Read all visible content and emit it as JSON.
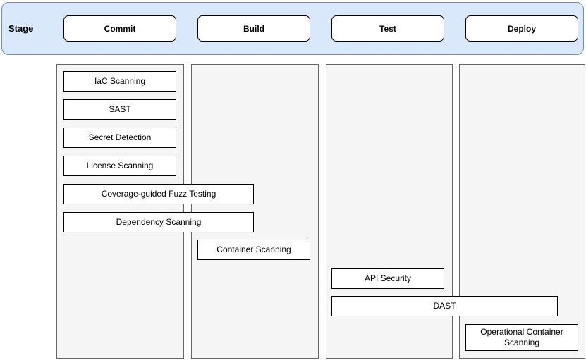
{
  "colors": {
    "banner_fill": "#dae8fc",
    "banner_stroke": "#6c8ebf",
    "lane_fill": "#f5f5f5",
    "lane_stroke": "#666666",
    "box_fill": "#ffffff",
    "box_stroke": "#000000"
  },
  "header": {
    "label": "Stage",
    "stages": [
      {
        "label": "Commit"
      },
      {
        "label": "Build"
      },
      {
        "label": "Test"
      },
      {
        "label": "Deploy"
      }
    ]
  },
  "tasks": [
    {
      "label": "IaC Scanning",
      "stage": "Commit"
    },
    {
      "label": "SAST",
      "stage": "Commit"
    },
    {
      "label": "Secret Detection",
      "stage": "Commit"
    },
    {
      "label": "License Scanning",
      "stage": "Commit"
    },
    {
      "label": "Coverage-guided Fuzz Testing",
      "stage": "Commit"
    },
    {
      "label": "Dependency Scanning",
      "stage": "Commit"
    },
    {
      "label": "Container Scanning",
      "stage": "Build"
    },
    {
      "label": "API Security",
      "stage": "Test"
    },
    {
      "label": "DAST",
      "stage": "Test"
    },
    {
      "label": "Operational Container Scanning",
      "stage": "Deploy"
    }
  ]
}
